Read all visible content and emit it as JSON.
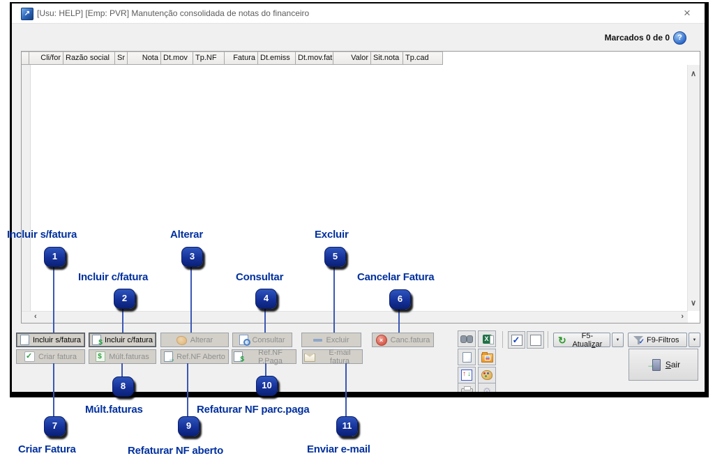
{
  "window": {
    "title": "[Usu: HELP] [Emp: PVR] Manutenção consolidada de notas do financeiro"
  },
  "header": {
    "marcados": "Marcados 0 de 0"
  },
  "table": {
    "columns": [
      "",
      "Cli/for",
      "Razão social",
      "Sr",
      "Nota",
      "Dt.mov",
      "Tp.NF",
      "Fatura",
      "Dt.emiss",
      "Dt.mov.fat",
      "Valor",
      "Sit.nota",
      "Tp.cad"
    ],
    "rows": []
  },
  "buttons": {
    "row1": [
      {
        "label": "Incluir s/fatura",
        "enabled": true
      },
      {
        "label": "Incluir c/fatura",
        "enabled": true
      },
      {
        "label": "Alterar",
        "enabled": false
      },
      {
        "label": "Consultar",
        "enabled": false
      },
      {
        "label": "Excluir",
        "enabled": false
      },
      {
        "label": "Canc.fatura",
        "enabled": false
      }
    ],
    "row2": [
      {
        "label": "Criar fatura",
        "enabled": false
      },
      {
        "label": "Múlt.faturas",
        "enabled": false
      },
      {
        "label": "Ref.NF Aberto",
        "enabled": false
      },
      {
        "label": "Ref.NF P.Paga",
        "enabled": false
      },
      {
        "label": "E-mail fatura",
        "enabled": false
      }
    ]
  },
  "toolbar": {
    "f5": {
      "pre": "F5-Atuali",
      "accel": "z",
      "post": "ar"
    },
    "f9": {
      "label": "F9-Filtros"
    },
    "sair": {
      "accel": "S",
      "post": "air"
    }
  },
  "icons": {
    "window_glyph": "↗",
    "close": "×",
    "help": "?",
    "dropdown": "▼",
    "refresh": "↻",
    "gear": "⚙",
    "excel_x": "X",
    "dollar": "$",
    "arrow_right": "→",
    "cross": "×",
    "check_green": "✓",
    "check_blue": "✓",
    "arrow_up": "↑",
    "arrow_down": "↓",
    "chev_up": "∧",
    "chev_down": "∨",
    "chev_left": "‹",
    "chev_right": "›",
    "door_arrow": "→"
  },
  "annotations": {
    "items": [
      {
        "num": "1",
        "label": "Incluir s/fatura"
      },
      {
        "num": "2",
        "label": "Incluir c/fatura"
      },
      {
        "num": "3",
        "label": "Alterar"
      },
      {
        "num": "4",
        "label": "Consultar"
      },
      {
        "num": "5",
        "label": "Excluir"
      },
      {
        "num": "6",
        "label": "Cancelar Fatura"
      },
      {
        "num": "7",
        "label": "Criar Fatura"
      },
      {
        "num": "8",
        "label": "Múlt.faturas"
      },
      {
        "num": "9",
        "label": "Refaturar NF aberto"
      },
      {
        "num": "10",
        "label": "Refaturar NF parc.paga"
      },
      {
        "num": "11",
        "label": "Enviar e-mail"
      }
    ]
  },
  "colors": {
    "annotation_text": "#00309e",
    "badge_blue": "#16329a",
    "line_blue": "#3a57b5",
    "window_bg": "#f0f0f0",
    "cancel_red": "#d6584a",
    "check_green": "#2f9e3f",
    "excel_green": "#1e7145"
  }
}
